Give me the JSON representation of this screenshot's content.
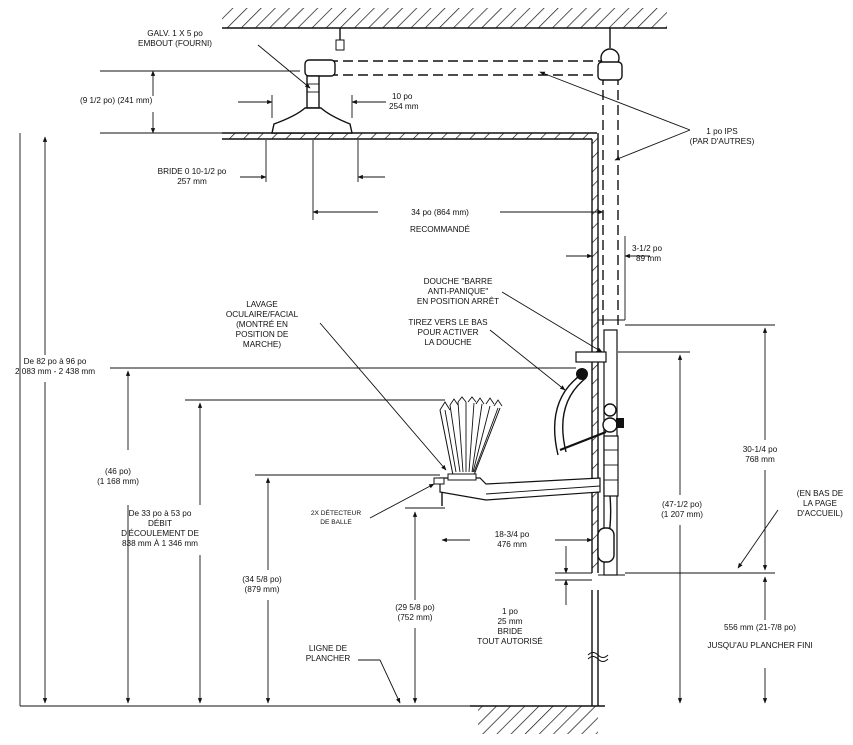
{
  "labels": {
    "galv": "GALV. 1 X 5 po",
    "embout": "EMBOUT (FOURNI)",
    "head_height": "(9 1/2 po) (241 mm)",
    "head_width_in": "10 po",
    "head_width_mm": "254 mm",
    "bride_in": "BRIDE 0 10-1/2 po",
    "bride_mm": "257 mm",
    "ips1": "1 po IPS",
    "ips2": "(PAR D'AUTRES)",
    "reach1": "34 po (864 mm)",
    "reach2": "RECOMMANDÉ",
    "offset_in": "3-1/2 po",
    "offset_mm": "89 mm",
    "douche1": "DOUCHE \"BARRE",
    "douche2": "ANTI-PANIQUE\"",
    "douche3": "EN POSITION ARRÊT",
    "lavage1": "LAVAGE",
    "lavage2": "OCULAIRE/FACIAL",
    "lavage3": "(MONTRÉ EN",
    "lavage4": "POSITION DE",
    "lavage5": "MARCHE)",
    "tirez1": "TIREZ VERS LE BAS",
    "tirez2": "POUR ACTIVER",
    "tirez3": "LA DOUCHE",
    "total1": "De 82 po à 96 po",
    "total2": "2 083 mm - 2 438 mm",
    "h46_in": "(46 po)",
    "h46_mm": "(1 168 mm)",
    "debit1": "De 33 po à 53 po",
    "debit2": "DÉBIT",
    "debit3": "D'ÉCOULEMENT DE",
    "debit4": "838 mm À 1 346 mm",
    "h34_in": "(34 5/8 po)",
    "h34_mm": "(879 mm)",
    "det1": "2X DÉTECTEUR",
    "det2": "DE BALLE",
    "arm_in": "18-3/4 po",
    "arm_mm": "476 mm",
    "h47_in": "(47-1/2 po)",
    "h47_mm": "(1 207 mm)",
    "h30_in": "30-1/4 po",
    "h30_mm": "768 mm",
    "enbas1": "(EN BAS DE",
    "enbas2": "LA PAGE",
    "enbas3": "D'ACCUEIL)",
    "h29_in": "(29 5/8 po)",
    "h29_mm": "(752 mm)",
    "bride2_1": "1 po",
    "bride2_2": "25 mm",
    "bride2_3": "BRIDE",
    "bride2_4": "TOUT AUTORISÉ",
    "ligne1": "LIGNE DE",
    "ligne2": "PLANCHER",
    "floor1": "556 mm (21-7/8 po)",
    "floor2": "JUSQU'AU PLANCHER FINI"
  }
}
